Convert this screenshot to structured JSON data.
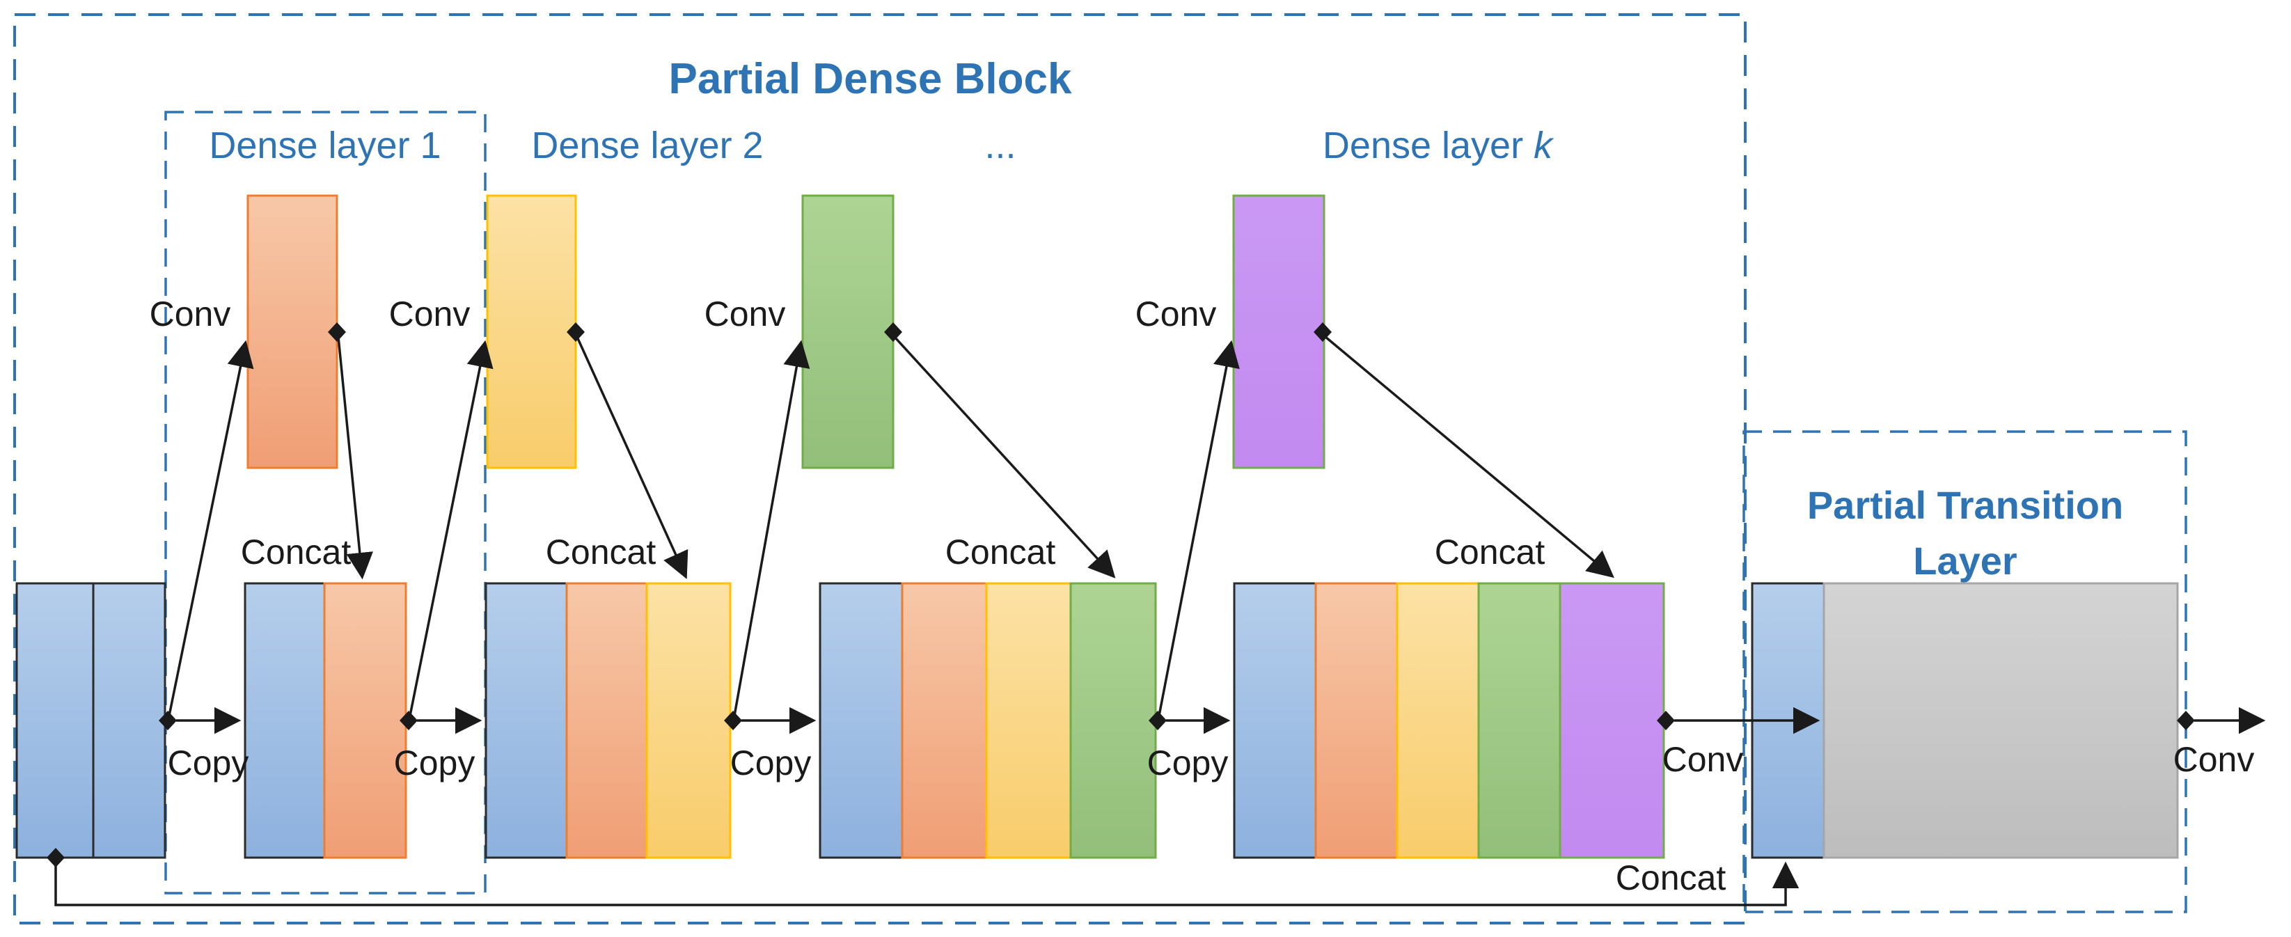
{
  "diagram": {
    "title": "Partial Dense Block",
    "transition_title_line1": "Partial Transition",
    "transition_title_line2": "Layer",
    "dense_layers": {
      "layer1": "Dense layer 1",
      "layer2": "Dense layer 2",
      "dots": "...",
      "layerk_prefix": "Dense layer ",
      "layerk_var": "k"
    },
    "ops": {
      "conv": "Conv",
      "copy": "Copy",
      "concat": "Concat"
    }
  },
  "colors": {
    "accent-blue": "#2E74B5",
    "line-color": "#1a1a1a",
    "blue-top": "#B5CEEB",
    "blue-bottom": "#8DB1DE",
    "blue-border": "#2b2b2b",
    "orange-top": "#F7C8A8",
    "orange-bottom": "#F09E74",
    "orange-border": "#ED7D31",
    "yellow-top": "#FCE2A6",
    "yellow-bottom": "#F8CC6A",
    "yellow-border": "#FFC000",
    "green-top": "#AED494",
    "green-bottom": "#92BF7A",
    "green-border": "#70AD47",
    "purple-top": "#CA99F4",
    "purple-bottom": "#C28AF0",
    "purple-border": "#70AD47",
    "gray-top": "#D4D4D4",
    "gray-bottom": "#BDBDBD",
    "gray-border": "#A6A6A6"
  }
}
